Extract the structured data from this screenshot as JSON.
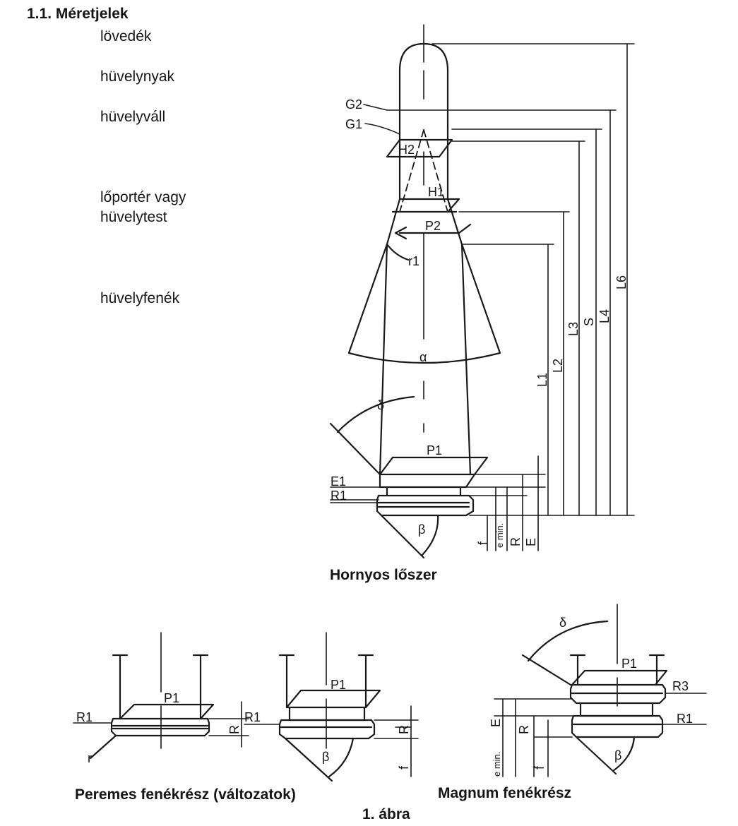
{
  "section_title": "1.1. Méretjelek",
  "parts": {
    "bullet": "lövedék",
    "neck": "hüvelynyak",
    "shoulder": "hüvelyváll",
    "body_line1": "lőportér vagy",
    "body_line2": "hüvelytest",
    "base": "hüvelyfenék"
  },
  "dimension_labels": {
    "G1": "G1",
    "G2": "G2",
    "H1": "H1",
    "H2": "H2",
    "P1": "P1",
    "P2": "P2",
    "r1": "r1",
    "r": "r",
    "alpha": "α",
    "beta": "β",
    "delta": "δ",
    "E": "E",
    "E1": "E1",
    "R": "R",
    "R1": "R1",
    "R3": "R3",
    "f": "f",
    "e_min": "e min.",
    "L1": "L1",
    "L2": "L2",
    "L3": "L3",
    "L4": "L4",
    "L6": "L6",
    "S": "S"
  },
  "captions": {
    "main": "Hornyos lőszer",
    "rimmed": "Peremes fenékrész (változatok)",
    "magnum": "Magnum fenékrész",
    "figure": "1. ábra"
  }
}
